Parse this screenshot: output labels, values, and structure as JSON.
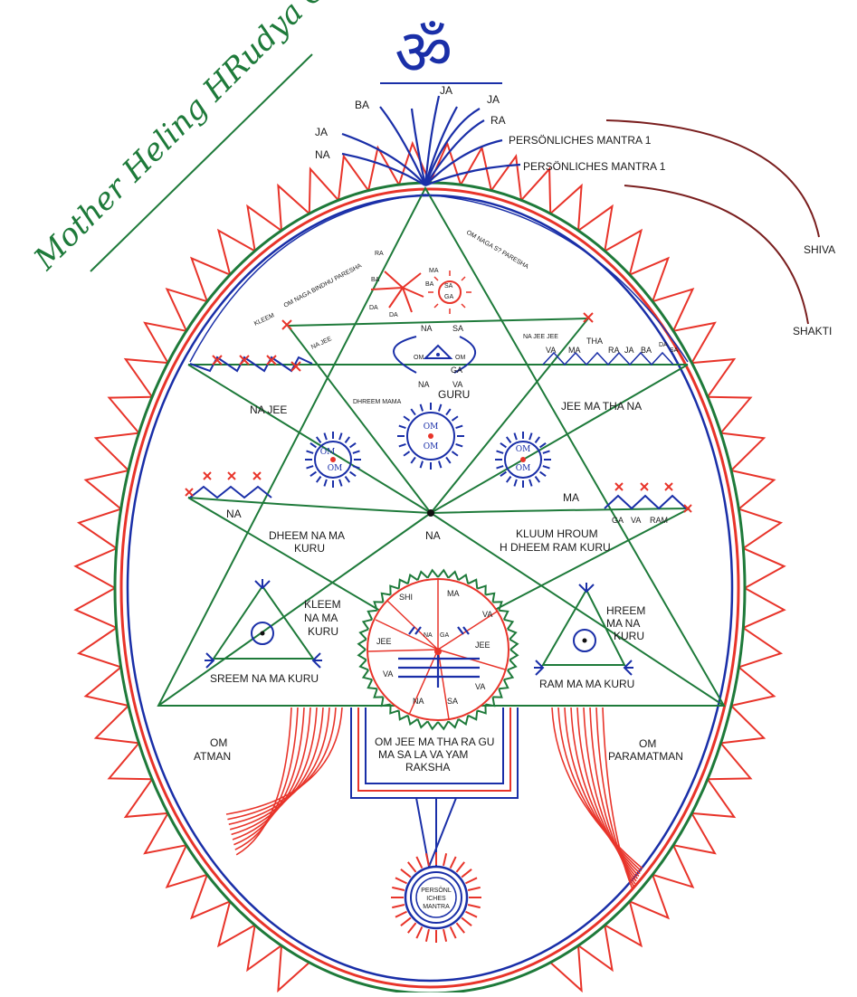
{
  "title": "Mother Heling HRudya Chakra",
  "om_symbol": "ॐ",
  "sound_rays": {
    "left": [
      "BA",
      "JA",
      "NA"
    ],
    "right": [
      "JA",
      "JA",
      "RA",
      "PERSÖNLICHES MANTRA 1",
      "PERSÖNLICHES MANTRA 1"
    ]
  },
  "outputs": [
    "SHIVA",
    "SHAKTI"
  ],
  "inner_arcs": [
    "OM NAGA BINDHU PARESHA",
    "OM NAGA S? PARESHA"
  ],
  "top_triangle": {
    "red_burst_left": [
      "RA",
      "BA",
      "DA",
      "DA"
    ],
    "red_burst_right": [
      "MA",
      "BA",
      "SA",
      "GA"
    ],
    "left_label": "KLEEM",
    "side_left": "NA JEE",
    "side_right": "NA JEE JEE",
    "wheel_labels": [
      "NA",
      "SA",
      "OM",
      "OM",
      "GA",
      "NA",
      "VA"
    ]
  },
  "middle_band": {
    "left": "NA JEE",
    "left_small": "DHREEM MAMA",
    "center": "GURU",
    "right": "JEE MA THA NA",
    "right_peaks": [
      "VA",
      "MA",
      "THA",
      "RA",
      "JA",
      "BA",
      "DA",
      "SA"
    ],
    "suns": [
      "OM",
      "OM",
      "OM",
      "OM",
      "OM",
      "OM"
    ]
  },
  "lower_band": {
    "left_small": "NA",
    "left": "DHEEM NA MA KURU",
    "center": "NA",
    "right_top": "MA",
    "right_peaks": [
      "GA",
      "VA",
      "RAM"
    ],
    "right": "KLUUM HROUM H DHEEM RAM  KURU"
  },
  "side_triangles": {
    "left_label": "KLEEM NA MA KURU",
    "left_base": "SREEM NA MA  KURU",
    "right_label": "HREEM MA NA KURU",
    "right_base": "RAM MA MA KURU"
  },
  "center_wheel": {
    "segments": [
      "SHI",
      "MA",
      "VA",
      "JEE",
      "VA",
      "SA",
      "NA",
      "VA",
      "JEE"
    ],
    "inner": [
      "NA",
      "GA"
    ]
  },
  "bottom": {
    "left": "OM ATMAN",
    "center": "OM JEE MA THA RA GU MA SA LA  VA YAM RAKSHA",
    "right": "OM PARAMATMAN",
    "seal": "PERSÖNL ICHES MANTRA"
  },
  "colors": {
    "green": "#1e7a3a",
    "red": "#e8342a",
    "blue": "#1a2fa8"
  }
}
